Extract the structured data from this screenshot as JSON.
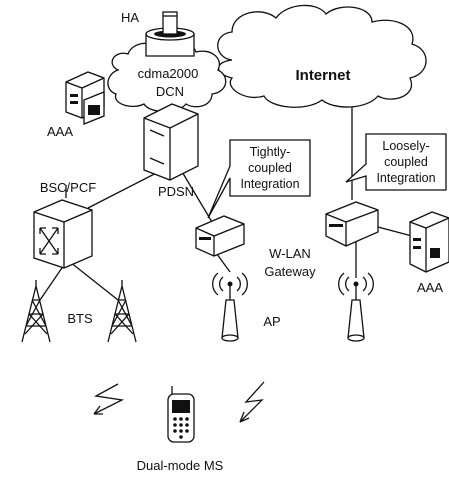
{
  "labels": {
    "ha": "HA",
    "cdma_line1": "cdma2000",
    "cdma_line2": "DCN",
    "internet": "Internet",
    "aaa_left": "AAA",
    "aaa_right": "AAA",
    "pdsn": "PDSN",
    "bsc_pcf": "BSC/PCF",
    "bts": "BTS",
    "ap": "AP",
    "wlan_line1": "W-LAN",
    "wlan_line2": "Gateway",
    "dual_mode_ms": "Dual-mode MS"
  },
  "callouts": {
    "tight": [
      "Tightly-",
      "coupled",
      "Integration"
    ],
    "loose": [
      "Loosely-",
      "coupled",
      "Integration"
    ]
  },
  "icons": [
    "ha-router-icon",
    "cdma-cloud-icon",
    "internet-cloud-icon",
    "aaa-server-icon",
    "pdsn-server-icon",
    "bsc-switch-icon",
    "bts-tower-icon",
    "wlan-gateway-icon",
    "access-point-icon",
    "dual-mode-phone-icon",
    "lightning-icon"
  ]
}
